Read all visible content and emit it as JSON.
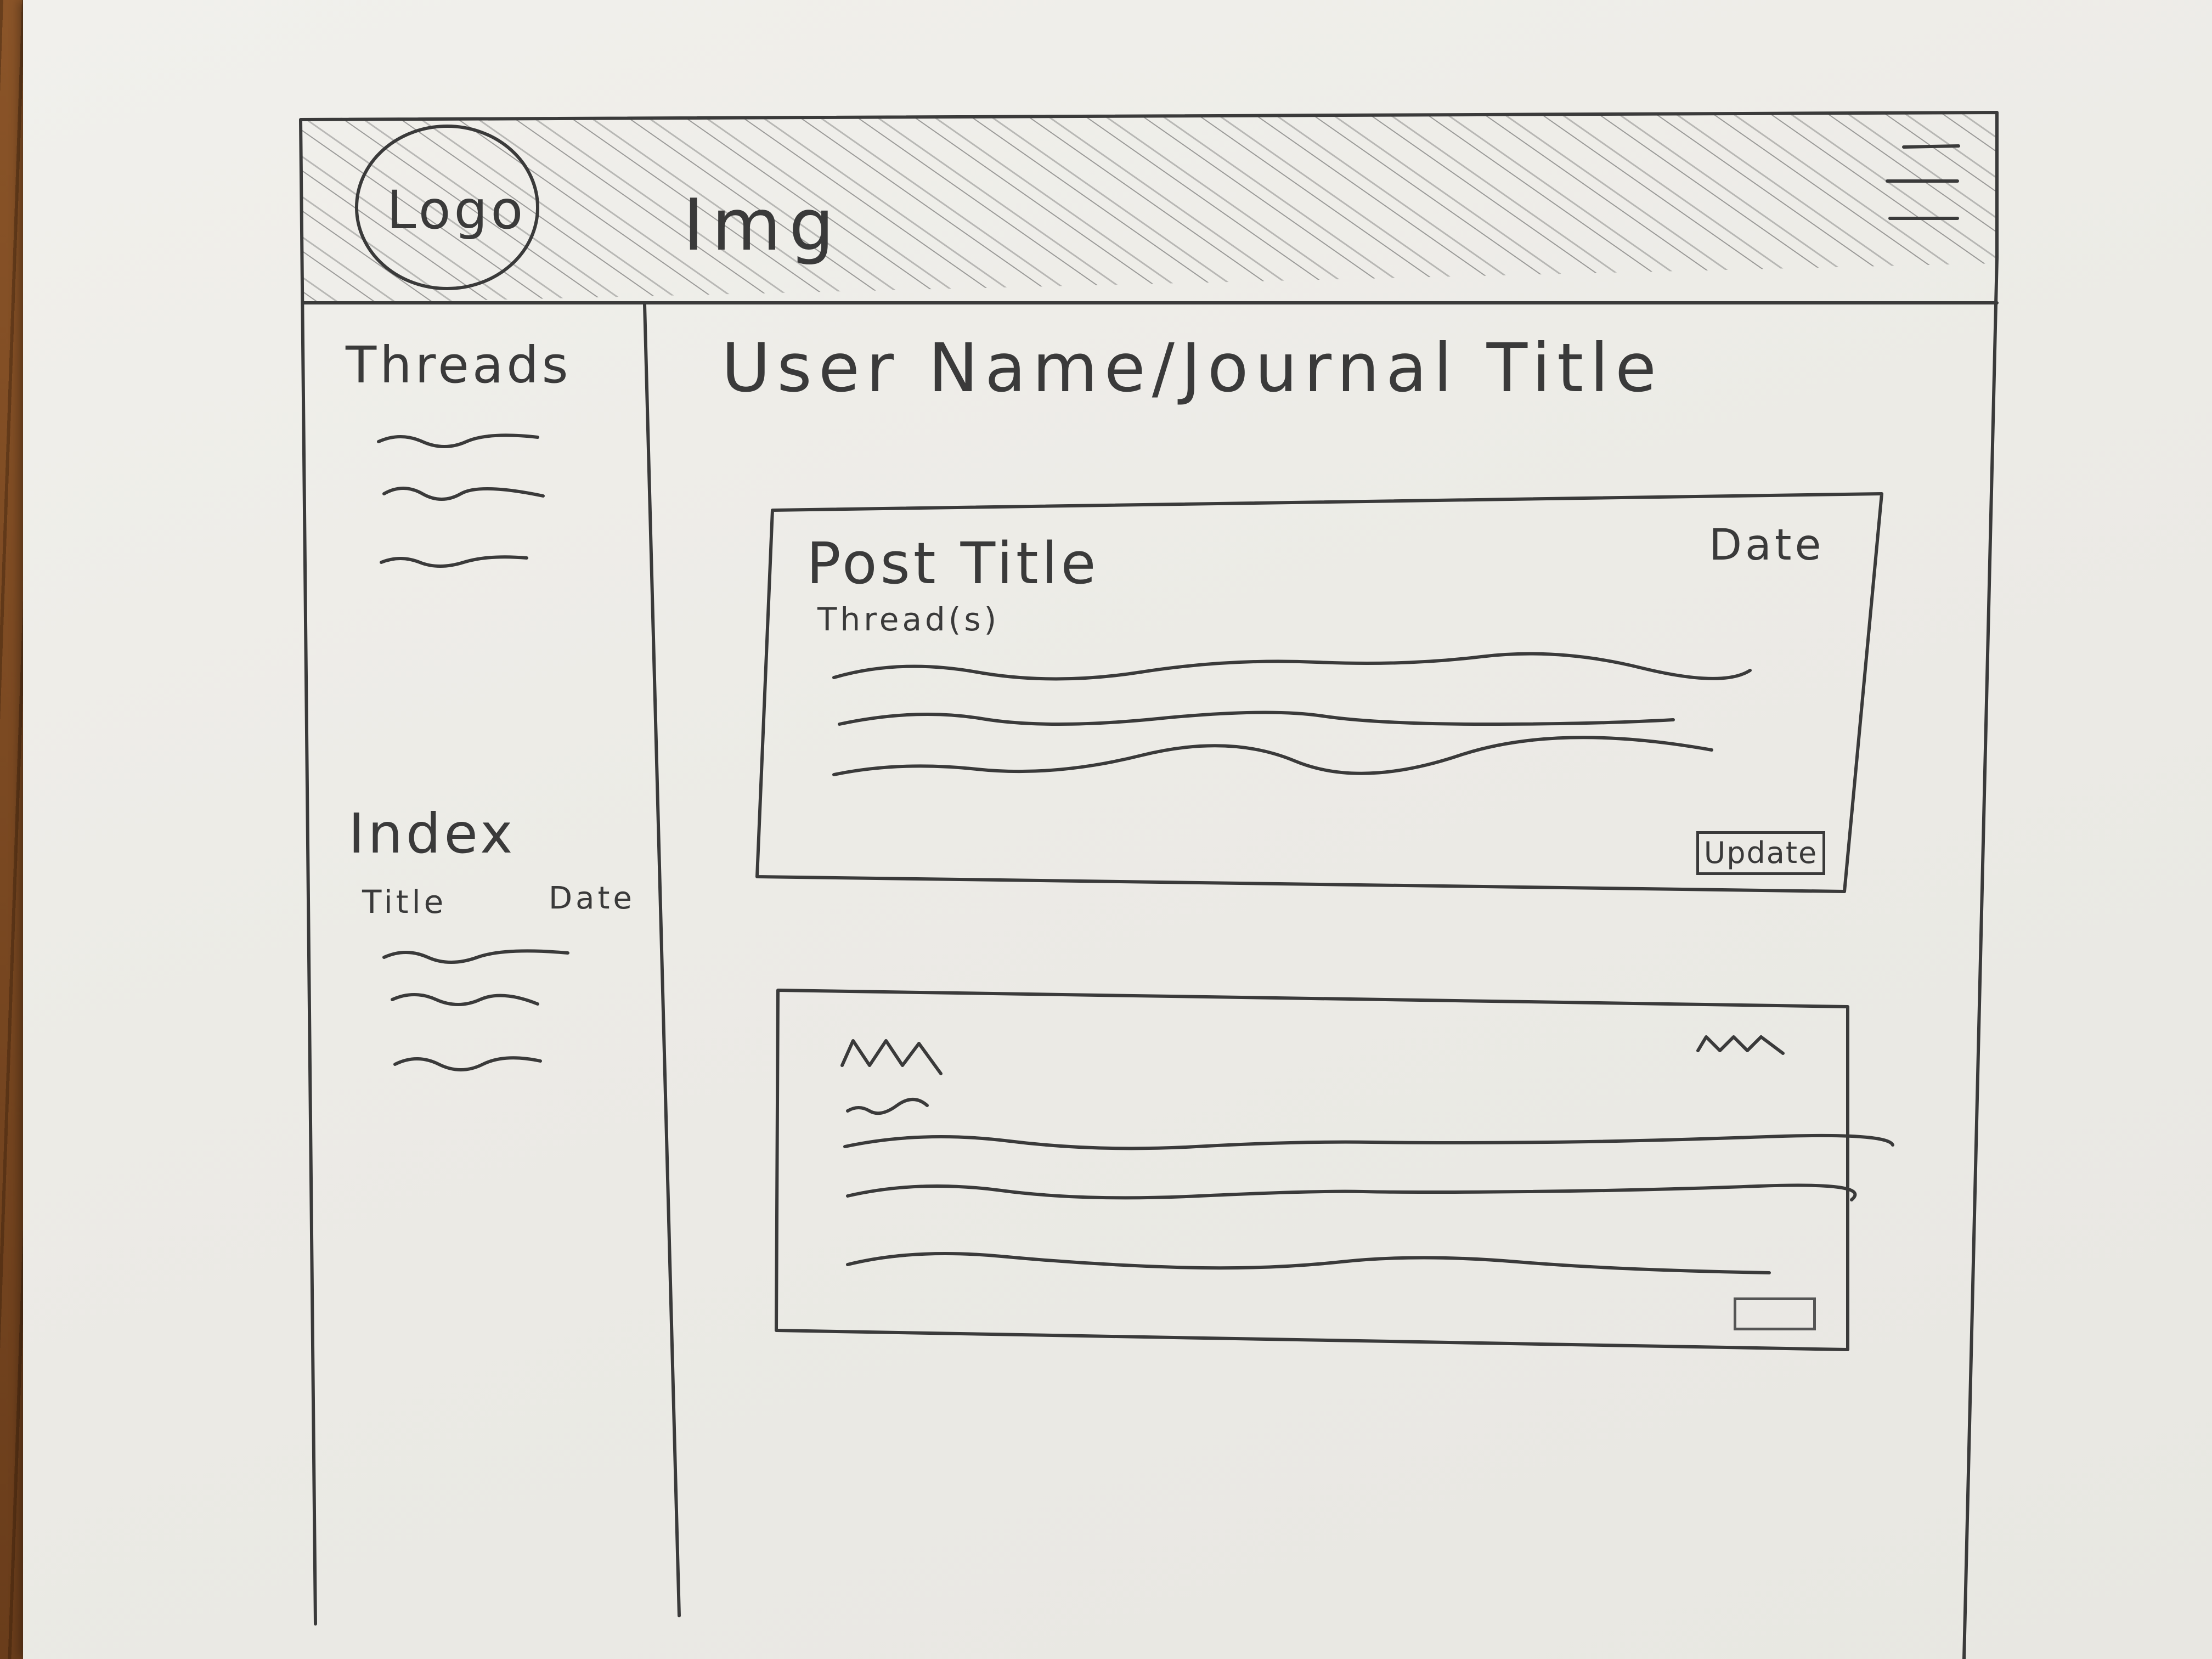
{
  "header": {
    "logo_label": "Logo",
    "banner_label": "Img",
    "menu_icon": "hamburger-menu-icon"
  },
  "sidebar": {
    "threads_heading": "Threads",
    "index_heading": "Index",
    "index_columns": {
      "title": "Title",
      "date": "Date"
    }
  },
  "main": {
    "page_title": "User Name/Journal Title",
    "post": {
      "title": "Post Title",
      "date": "Date",
      "threads_label": "Thread(s)",
      "update_button": "Update"
    }
  },
  "colors": {
    "paper": "#ecebe6",
    "pencil": "#3a3a3a",
    "table_wood": "#7a4a24"
  }
}
